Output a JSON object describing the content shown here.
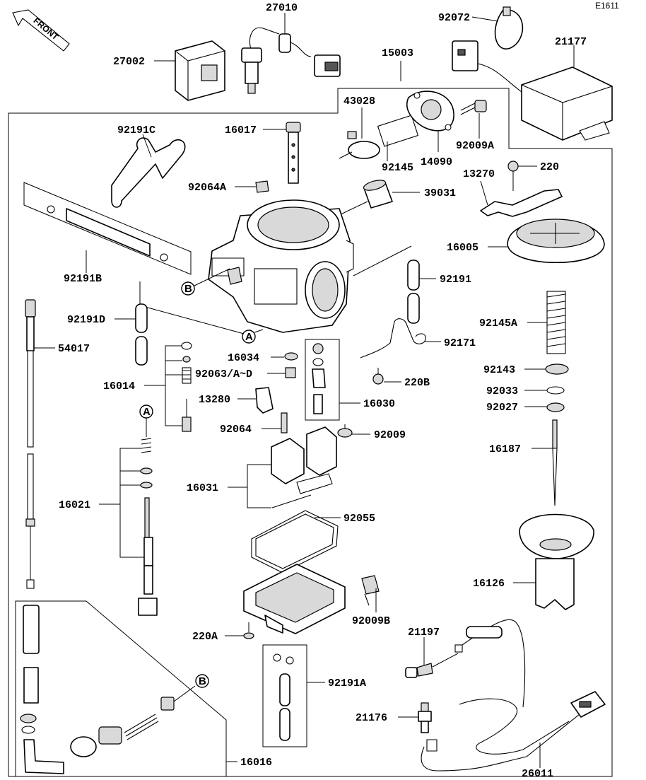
{
  "figure_code": "E1611",
  "front_arrow_label": "FRONT",
  "callouts": {
    "a": "A",
    "b": "B"
  },
  "parts": {
    "p27010": "27010",
    "p92072": "92072",
    "p27002": "27002",
    "p15003": "15003",
    "p21177": "21177",
    "p43028": "43028",
    "p92191c": "92191C",
    "p16017": "16017",
    "p92009a": "92009A",
    "p92145": "92145",
    "p14090": "14090",
    "p13270": "13270",
    "p220": "220",
    "p92064a": "92064A",
    "p39031": "39031",
    "p16005": "16005",
    "p92191b": "92191B",
    "p92191": "92191",
    "p92191d": "92191D",
    "p54017": "54017",
    "p92145a": "92145A",
    "p16034": "16034",
    "p92171": "92171",
    "p92063": "92063/A~D",
    "p220b": "220B",
    "p16014": "16014",
    "p92143": "92143",
    "p13280": "13280",
    "p16030": "16030",
    "p92033": "92033",
    "p92027": "92027",
    "p92064": "92064",
    "p92009": "92009",
    "p16187": "16187",
    "p16031": "16031",
    "p16021": "16021",
    "p92055": "92055",
    "p16126": "16126",
    "p92009b": "92009B",
    "p21197": "21197",
    "p220a": "220A",
    "p92191a": "92191A",
    "p21176": "21176",
    "p16016": "16016",
    "p26011": "26011"
  }
}
